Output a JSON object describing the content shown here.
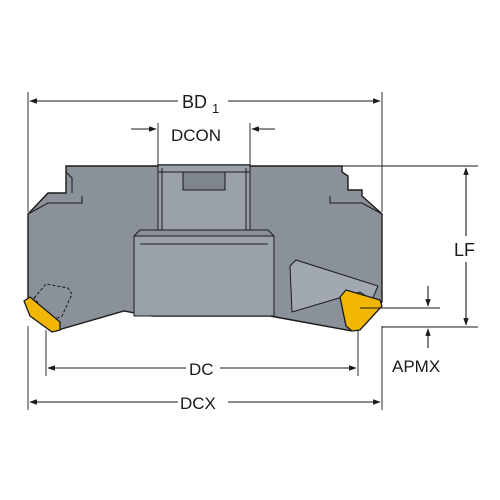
{
  "labels": {
    "bd1_main": "BD",
    "bd1_sub": "1",
    "dcon": "DCON",
    "lf": "LF",
    "dc": "DC",
    "apmx": "APMX",
    "dcx": "DCX"
  },
  "colors": {
    "body_fill": "#8a9199",
    "insert_fill": "#f2b705",
    "line": "#1a1a1a",
    "background": "#ffffff"
  }
}
